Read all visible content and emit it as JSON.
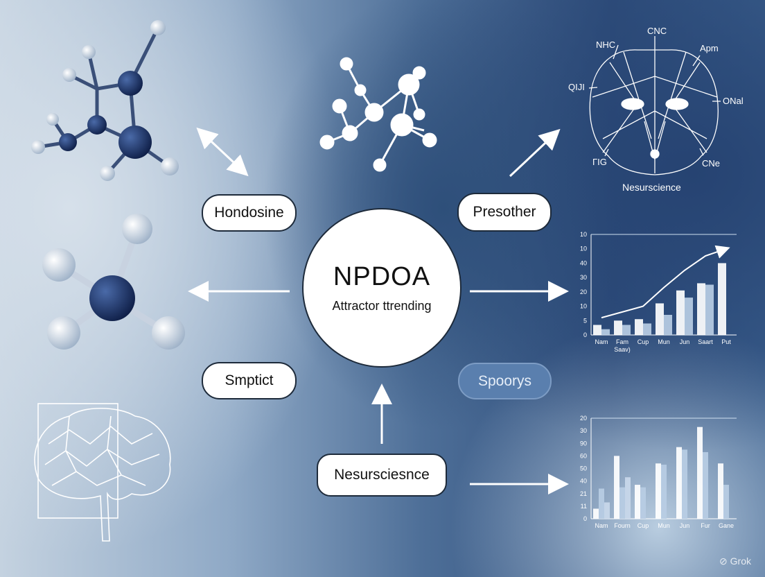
{
  "nodes": {
    "center_title": "NPDOA",
    "center_subtitle": "Attractor ttrending",
    "top_left": "Hondosine",
    "top_right": "Presother",
    "bottom_left": "Smptict",
    "bottom_right": "Spoorys",
    "bottom": "Nesursciesnce"
  },
  "face": {
    "labels": [
      "CNC",
      "NHC",
      "Apm",
      "QIJI",
      "ONal",
      "ΓIG",
      "CNe"
    ],
    "caption": "Nesurscience"
  },
  "colors": {
    "pill_blue": "#5a7fae",
    "navy_atom": "#1b2f5e",
    "light_atom": "#dfe6ef"
  },
  "watermark": "Grok",
  "chart_data": [
    {
      "type": "bar",
      "y_tick_labels": [
        "0",
        "5",
        "10",
        "20",
        "30",
        "40",
        "10",
        "10"
      ],
      "categories": [
        "Nam",
        "Fam Saav)",
        "Cup",
        "Mun",
        "Jun",
        "Saart",
        "Put"
      ],
      "series": [
        {
          "values": [
            7,
            10,
            11,
            22,
            31,
            36,
            50
          ]
        },
        {
          "values": [
            4,
            7,
            8,
            14,
            26,
            35,
            null
          ]
        }
      ],
      "trend_line": [
        12,
        16,
        20,
        33,
        45,
        55,
        60
      ],
      "grid": false
    },
    {
      "type": "bar",
      "y_tick_labels": [
        "0",
        "11",
        "21",
        "40",
        "50",
        "60",
        "90",
        "30",
        "20"
      ],
      "categories": [
        "Nam",
        "Fourn",
        "Cup",
        "Mun",
        "Jun",
        "Fur",
        "Gane"
      ],
      "series": [
        {
          "values": [
            8,
            50,
            27,
            44,
            57,
            73,
            44
          ]
        },
        {
          "values": [
            24,
            25,
            25,
            43,
            55,
            53,
            27
          ]
        },
        {
          "values": [
            13,
            33,
            null,
            null,
            null,
            null,
            null
          ]
        }
      ],
      "grid": false
    }
  ]
}
